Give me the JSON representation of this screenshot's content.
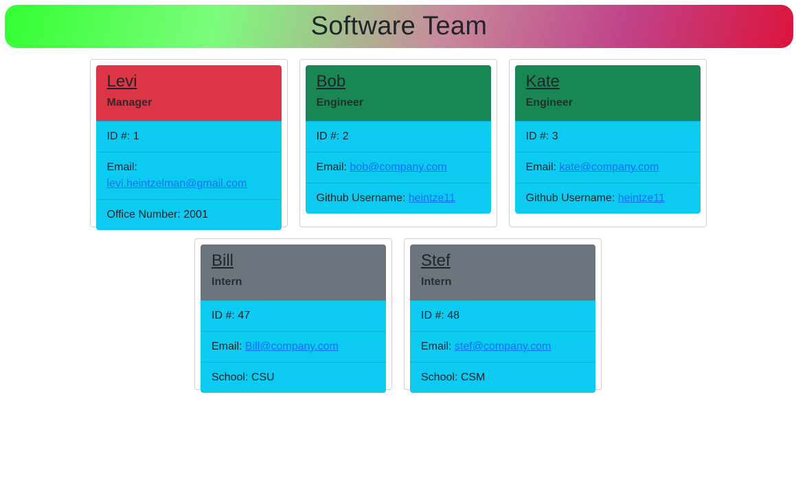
{
  "header": {
    "title": "Software Team"
  },
  "labels": {
    "id": "ID #: ",
    "email": "Email: ",
    "office": "Office Number: ",
    "github": "Github Username: ",
    "school": "School: "
  },
  "colors": {
    "manager": "#dc3545",
    "engineer": "#198754",
    "intern": "#6c757d",
    "body": "#0dcaf0",
    "link": "#0d6efd"
  },
  "team": [
    {
      "name": "Levi",
      "role": "Manager",
      "id": "1",
      "email": "levi.heintzelman@gmail.com",
      "office": "2001"
    },
    {
      "name": "Bob",
      "role": "Engineer",
      "id": "2",
      "email": "bob@company.com",
      "github": "heintze11"
    },
    {
      "name": "Kate",
      "role": "Engineer",
      "id": "3",
      "email": "kate@company.com",
      "github": "heintze11"
    },
    {
      "name": "Bill",
      "role": "Intern",
      "id": "47",
      "email": "Bill@company.com",
      "school": "CSU"
    },
    {
      "name": "Stef",
      "role": "Intern",
      "id": "48",
      "email": "stef@company.com",
      "school": "CSM"
    }
  ]
}
